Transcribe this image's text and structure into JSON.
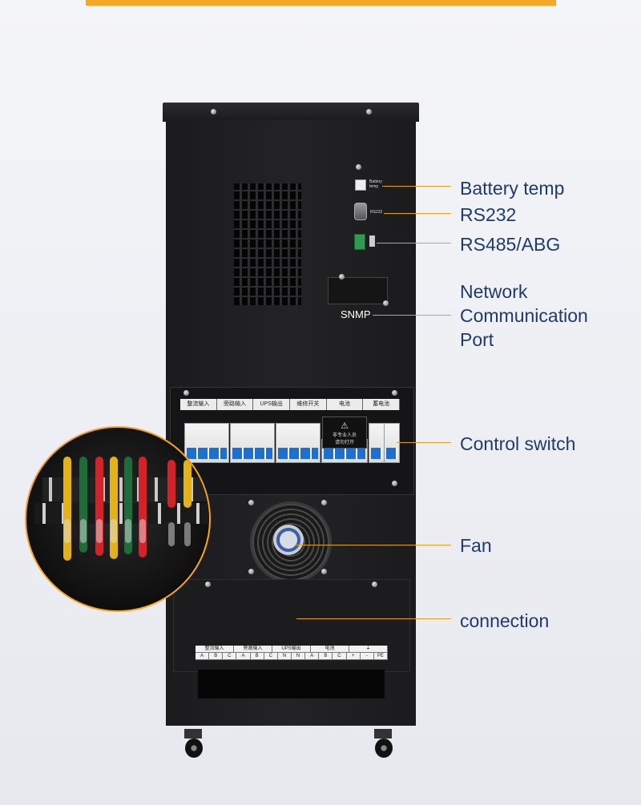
{
  "callouts": [
    {
      "id": "battery-temp",
      "label": "Battery temp"
    },
    {
      "id": "rs232",
      "label": "RS232"
    },
    {
      "id": "rs485",
      "label": "RS485/ABG"
    },
    {
      "id": "network",
      "lines": [
        "Network",
        "Communication",
        "Port"
      ]
    },
    {
      "id": "control-switch",
      "label": "Control switch"
    },
    {
      "id": "fan",
      "label": "Fan"
    },
    {
      "id": "connection",
      "label": "connection"
    }
  ],
  "ports": {
    "battery_temp_tag_1": "Battery",
    "battery_temp_tag_2": "temp",
    "rs232_tag": "RS232",
    "snmp": "SNMP"
  },
  "breaker_labels": [
    "整流输入",
    "旁路输入",
    "UPS输出",
    "维修开关",
    "电池",
    "蓄电池"
  ],
  "warning_text_1": "非专业人员",
  "warning_text_2": "请勿打开",
  "terminal_groups": [
    "整流输入",
    "旁路输入",
    "UPS输出",
    "电池"
  ],
  "terminal_cells": [
    "A",
    "B",
    "C",
    "A",
    "B",
    "C",
    "N",
    "N",
    "A",
    "B",
    "C",
    "+",
    "-",
    "PE"
  ],
  "colors": {
    "accent": "#f5a623",
    "callout_text": "#1f3a6b",
    "cabinet": "#1c1c1e"
  }
}
